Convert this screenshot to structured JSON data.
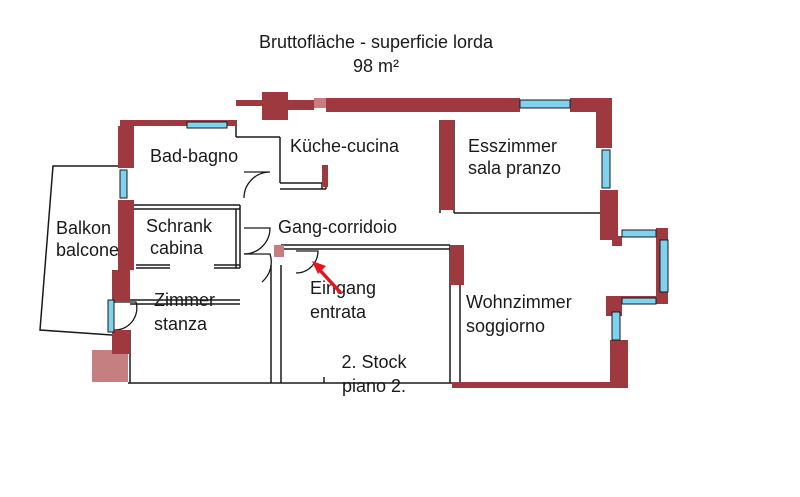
{
  "colors": {
    "wall": "#9e3a3f",
    "wall_light": "#c57f80",
    "window": "#7fd3ee",
    "line": "#1a1a1a",
    "arrow": "#e8141b"
  },
  "title": {
    "line1": "Bruttofläche - superficie lorda",
    "line2": "98 m²"
  },
  "rooms": {
    "bad": "Bad-bagno",
    "kueche": "Küche-cucina",
    "esszimmer_1": "Esszimmer",
    "esszimmer_2": "sala pranzo",
    "balkon_1": "Balkon",
    "balkon_2": "balcone",
    "schrank_1": "Schrank",
    "schrank_2": "cabina",
    "gang": "Gang-corridoio",
    "eingang_1": "Eingang",
    "eingang_2": "entrata",
    "zimmer_1": "Zimmer",
    "zimmer_2": "stanza",
    "wohnzimmer_1": "Wohnzimmer",
    "wohnzimmer_2": "soggiorno"
  },
  "floor": {
    "line1": "2. Stock",
    "line2": "piano 2."
  },
  "icons": {
    "entrance_marker": "red-arrow-icon"
  }
}
